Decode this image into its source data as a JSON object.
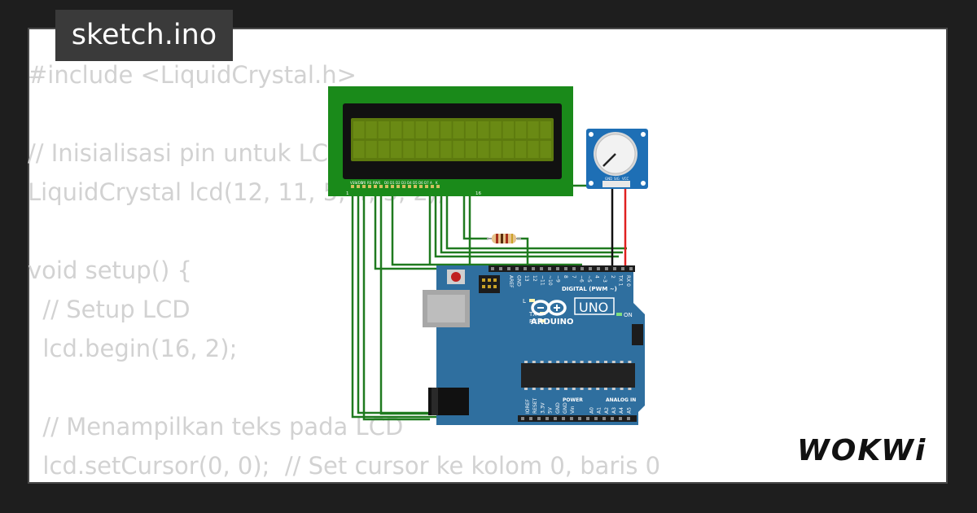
{
  "filename": "sketch.ino",
  "code_lines": [
    "#include <LiquidCrystal.h>",
    "",
    "// Inisialisasi pin untuk LCD",
    "LiquidCrystal lcd(12, 11, 5, 4, 3, 2);",
    "",
    "void setup() {",
    "  // Setup LCD",
    "  lcd.begin(16, 2);",
    "",
    "  // Menampilkan teks pada LCD",
    "  lcd.setCursor(0, 0);  // Set cursor ke kolom 0, baris 0"
  ],
  "lcd": {
    "pin_labels": [
      "VSS",
      "VDD",
      "V0",
      "RS",
      "RW",
      "E",
      "D0",
      "D1",
      "D2",
      "D3",
      "D4",
      "D5",
      "D6",
      "D7",
      "A",
      "K"
    ],
    "pin_first": "1",
    "pin_last": "16"
  },
  "potentiometer": {
    "pin_labels": [
      "GND",
      "SIG",
      "VCC"
    ]
  },
  "arduino": {
    "brand": "ARDUINO",
    "model": "UNO",
    "digital_label": "DIGITAL (PWM ~)",
    "analog_label": "ANALOG IN",
    "power_label": "POWER",
    "led_l": "L",
    "led_tx": "TX",
    "led_rx": "RX",
    "led_on": "ON",
    "top_pins": [
      "AREF",
      "GND",
      "13",
      "12",
      "~11",
      "~10",
      "~9",
      "8",
      "7",
      "~6",
      "~5",
      "4",
      "~3",
      "2",
      "TX 1",
      "RX 0"
    ],
    "power_pins": [
      "IOREF",
      "RESET",
      "3.3V",
      "5V",
      "GND",
      "GND",
      "Vin"
    ],
    "analog_pins": [
      "A0",
      "A1",
      "A2",
      "A3",
      "A4",
      "A5"
    ]
  },
  "logo_text": "WOKWi",
  "colors": {
    "background": "#1e1e1e",
    "code_text": "#d2d2d2",
    "lcd_board": "#1a8a1a",
    "lcd_screen": "#5d7a0e",
    "arduino_board": "#2f6f9f",
    "wire_green": "#1f7a1f",
    "wire_red": "#e02020",
    "wire_black": "#111111"
  }
}
